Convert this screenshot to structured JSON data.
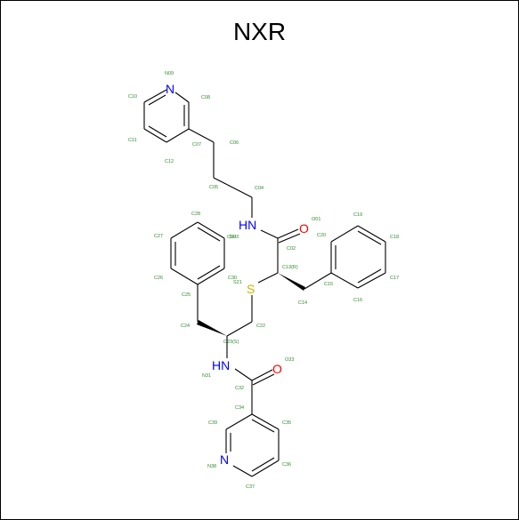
{
  "title": "NXR",
  "colors": {
    "carbon_label": "#2e8b2e",
    "nitrogen": "#0000ff",
    "oxygen": "#ff0000",
    "sulfur": "#c8b400",
    "bond": "#000000"
  },
  "atoms": {
    "N09": {
      "label": "N09",
      "symbol": "N"
    },
    "C10": {
      "label": "C10"
    },
    "C08": {
      "label": "C08"
    },
    "C11": {
      "label": "C11"
    },
    "C07": {
      "label": "C07"
    },
    "C12": {
      "label": "C12"
    },
    "C06": {
      "label": "C06"
    },
    "C05": {
      "label": "C05"
    },
    "C04": {
      "label": "C04"
    },
    "N03": {
      "label": "N03",
      "symbol": "HN"
    },
    "O01": {
      "label": "O01",
      "symbol": "O"
    },
    "C02": {
      "label": "C02"
    },
    "C13": {
      "label": "C13(R)"
    },
    "C14": {
      "label": "C14"
    },
    "C15": {
      "label": "C15"
    },
    "C16": {
      "label": "C16"
    },
    "C17": {
      "label": "C17"
    },
    "C18": {
      "label": "C18"
    },
    "C19": {
      "label": "C19"
    },
    "C20": {
      "label": "C20"
    },
    "S21": {
      "label": "S21",
      "symbol": "S"
    },
    "C22": {
      "label": "C22"
    },
    "C23": {
      "label": "C23(S)"
    },
    "C24": {
      "label": "C24"
    },
    "C25": {
      "label": "C25"
    },
    "C26": {
      "label": "C26"
    },
    "C27": {
      "label": "C27"
    },
    "C28": {
      "label": "C28"
    },
    "C29": {
      "label": "C29"
    },
    "C30": {
      "label": "C30"
    },
    "N31": {
      "label": "N31",
      "symbol": "HN"
    },
    "C32": {
      "label": "C32"
    },
    "O33": {
      "label": "O33",
      "symbol": "O"
    },
    "C34": {
      "label": "C34"
    },
    "C35": {
      "label": "C35"
    },
    "C36": {
      "label": "C36"
    },
    "C37": {
      "label": "C37"
    },
    "N38": {
      "label": "N38",
      "symbol": "N"
    },
    "C39": {
      "label": "C39"
    }
  }
}
